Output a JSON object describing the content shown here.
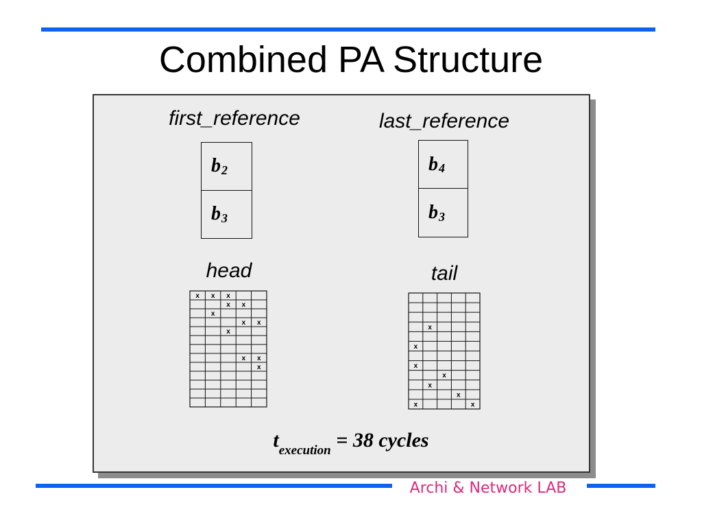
{
  "title": "Combined PA Structure",
  "footer": "Archi & Network LAB",
  "labels": {
    "first_reference": "first_reference",
    "last_reference": "last_reference",
    "head": "head",
    "tail": "tail"
  },
  "first_reference": [
    {
      "base": "b",
      "sub": "2"
    },
    {
      "base": "b",
      "sub": "3"
    }
  ],
  "last_reference": [
    {
      "base": "b",
      "sub": "4"
    },
    {
      "base": "b",
      "sub": "3"
    }
  ],
  "execution": {
    "var": "t",
    "sub": "execution",
    "text": " = 38 cycles"
  },
  "head_grid": {
    "cols": 5,
    "rows": 13,
    "mark": "x",
    "marks": [
      [
        0,
        0
      ],
      [
        0,
        1
      ],
      [
        0,
        2
      ],
      [
        1,
        2
      ],
      [
        1,
        3
      ],
      [
        2,
        1
      ],
      [
        3,
        3
      ],
      [
        3,
        4
      ],
      [
        4,
        2
      ],
      [
        7,
        3
      ],
      [
        7,
        4
      ],
      [
        8,
        4
      ]
    ]
  },
  "tail_grid": {
    "cols": 5,
    "rows": 12,
    "mark": "x",
    "marks": [
      [
        3,
        1
      ],
      [
        5,
        0
      ],
      [
        7,
        0
      ],
      [
        8,
        2
      ],
      [
        9,
        1
      ],
      [
        10,
        3
      ],
      [
        11,
        0
      ],
      [
        11,
        4
      ]
    ]
  },
  "colors": {
    "rule": "#0b63f0",
    "footer": "#e0287a",
    "panel": "#ececec",
    "shadow": "#8c8c8c"
  }
}
